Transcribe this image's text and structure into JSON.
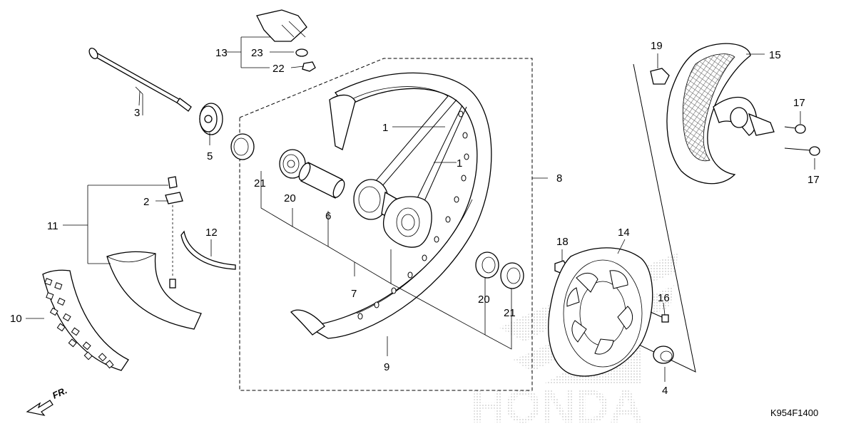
{
  "diagram": {
    "code": "K954F1400",
    "direction_label": "FR.",
    "watermark_text": "HONDA",
    "callouts": {
      "c1a": "1",
      "c1b": "1",
      "c2": "2",
      "c3": "3",
      "c4": "4",
      "c5": "5",
      "c6": "6",
      "c7": "7",
      "c8": "8",
      "c9": "9",
      "c10": "10",
      "c11": "11",
      "c12": "12",
      "c13": "13",
      "c14": "14",
      "c15": "15",
      "c16": "16",
      "c17a": "17",
      "c17b": "17",
      "c18": "18",
      "c19": "19",
      "c20a": "20",
      "c20b": "20",
      "c21a": "21",
      "c21b": "21",
      "c22": "22",
      "c23": "23"
    }
  }
}
